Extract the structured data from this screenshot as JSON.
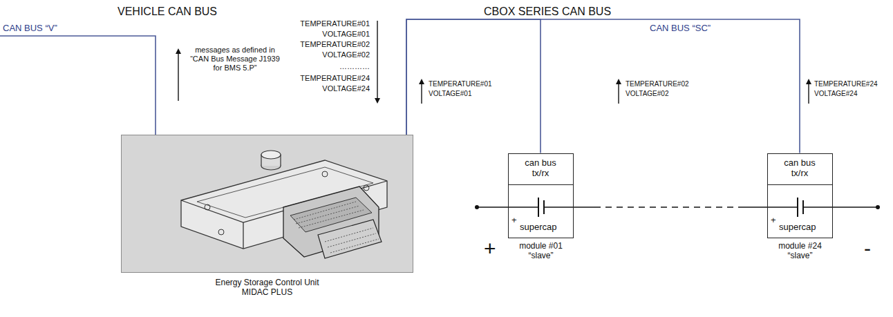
{
  "diagram": {
    "nodes": [
      {
        "text": [
          "Energy Storage Control Unit MIDAC PLUS"
        ]
      },
      {
        "text": [
          "supercap",
          "module #01 “slave”"
        ]
      },
      {
        "text": [
          "can bus tx/rx"
        ],
        "in": 1
      },
      {
        "text": [
          "supercap",
          "module #24 “slave”"
        ]
      },
      {
        "text": [
          "can bus tx/rx"
        ],
        "in": 3
      }
    ],
    "edges": [
      {
        "from": 0,
        "to": 2,
        "arrow": "none"
      },
      {
        "from": 0,
        "to": 4,
        "arrow": "none"
      }
    ],
    "labels": [
      "VEHICLE CAN BUS",
      "CBOX SERIES CAN BUS",
      "CAN BUS “V”",
      "CAN BUS “SC”",
      "messages as defined in “CAN Bus Message J1939 for BMS 5.P”",
      "TEMPERATURE#01",
      "VOLTAGE#01",
      "TEMPERATURE#02",
      "VOLTAGE#02",
      "…………",
      "TEMPERATURE#24",
      "VOLTAGE#24",
      "TEMPERATURE#01",
      "VOLTAGE#01",
      "TEMPERATURE#02",
      "VOLTAGE#02",
      "TEMPERATURE#24",
      "VOLTAGE#24",
      "+",
      "+",
      "+",
      "-"
    ]
  }
}
